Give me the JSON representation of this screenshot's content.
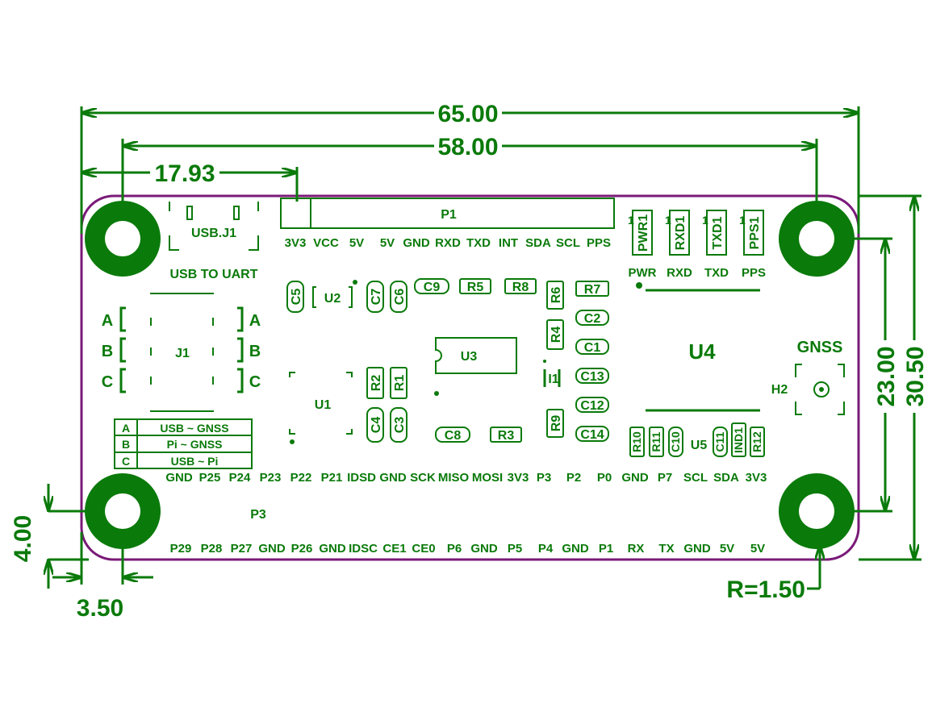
{
  "colors": {
    "green": "#0a7a0a",
    "outline": "#7a1a78",
    "background": "#ffffff"
  },
  "dimensions": {
    "width_total": "65.00",
    "hole_span": "58.00",
    "header_offset": "17.93",
    "height_total": "30.50",
    "hole_span_vertical": "23.00",
    "hole_offset_y": "4.00",
    "hole_offset_x": "3.50",
    "corner_radius": "R=1.50"
  },
  "labels": {
    "usb_j1": "USB.J1",
    "usb_to_uart": "USB TO UART",
    "j1": "J1",
    "p1": "P1",
    "p3": "P3",
    "u1": "U1",
    "u2": "U2",
    "u3": "U3",
    "u4": "U4",
    "u5": "U5",
    "gnss": "GNSS",
    "h2": "H2",
    "i1": "I1"
  },
  "jumper_letters": [
    "A",
    "B",
    "C"
  ],
  "jumper_table": [
    {
      "key": "A",
      "value": "USB ~ GNSS"
    },
    {
      "key": "B",
      "value": "Pi ~ GNSS"
    },
    {
      "key": "C",
      "value": "USB ~ Pi"
    }
  ],
  "p1_pins": [
    "3V3",
    "VCC",
    "5V",
    "5V",
    "GND",
    "RXD",
    "TXD",
    "INT",
    "SDA",
    "SCL",
    "PPS"
  ],
  "leds": {
    "parts": [
      "PWR1",
      "RXD1",
      "TXD1",
      "PPS1"
    ],
    "captions": [
      "PWR",
      "RXD",
      "TXD",
      "PPS"
    ],
    "pin_mark": "1"
  },
  "components": {
    "c5": "C5",
    "c7": "C7",
    "c6": "C6",
    "c9": "C9",
    "r5": "R5",
    "r8": "R8",
    "r6": "R6",
    "r7": "R7",
    "c2": "C2",
    "r4": "R4",
    "c1": "C1",
    "c13": "C13",
    "c12": "C12",
    "r9": "R9",
    "c14": "C14",
    "r2": "R2",
    "r1": "R1",
    "c4": "C4",
    "c3": "C3",
    "c8": "C8",
    "r3": "R3",
    "r10": "R10",
    "r11": "R11",
    "c10": "C10",
    "c11": "C11",
    "ind1": "IND1",
    "r12": "R12"
  },
  "header_top_row": [
    "GND",
    "P25",
    "P24",
    "P23",
    "P22",
    "P21",
    "IDSD",
    "GND",
    "SCK",
    "MISO",
    "MOSI",
    "3V3",
    "P3",
    "P2",
    "P0",
    "GND",
    "P7",
    "SCL",
    "SDA",
    "3V3"
  ],
  "header_bottom_row": [
    "P29",
    "P28",
    "P27",
    "GND",
    "P26",
    "GND",
    "IDSC",
    "CE1",
    "CE0",
    "P6",
    "GND",
    "P5",
    "P4",
    "GND",
    "P1",
    "RX",
    "TX",
    "GND",
    "5V",
    "5V"
  ]
}
